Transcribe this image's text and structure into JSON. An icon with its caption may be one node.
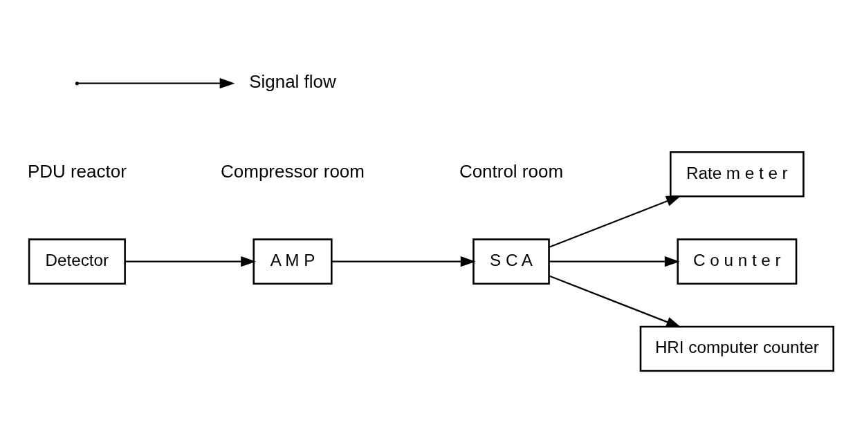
{
  "diagram": {
    "nodes": [
      {
        "text": [
          "Detector"
        ]
      },
      {
        "text": [
          "A M P"
        ]
      },
      {
        "text": [
          "S C A"
        ]
      },
      {
        "text": [
          "Rate m e t e r"
        ]
      },
      {
        "text": [
          "C o u n t e r"
        ]
      },
      {
        "text": [
          "HRI computer counter"
        ]
      }
    ],
    "edges": [
      {
        "from": 0,
        "to": 1,
        "arrow": "to"
      },
      {
        "from": 1,
        "to": 2,
        "arrow": "to"
      },
      {
        "from": 2,
        "to": 3,
        "arrow": "to"
      },
      {
        "from": 2,
        "to": 4,
        "arrow": "to"
      },
      {
        "from": 2,
        "to": 5,
        "arrow": "to"
      }
    ],
    "labels": [
      "PDU reactor",
      "Compressor room",
      "Control room"
    ],
    "legend": [
      {
        "text": "Signal flow"
      }
    ]
  }
}
